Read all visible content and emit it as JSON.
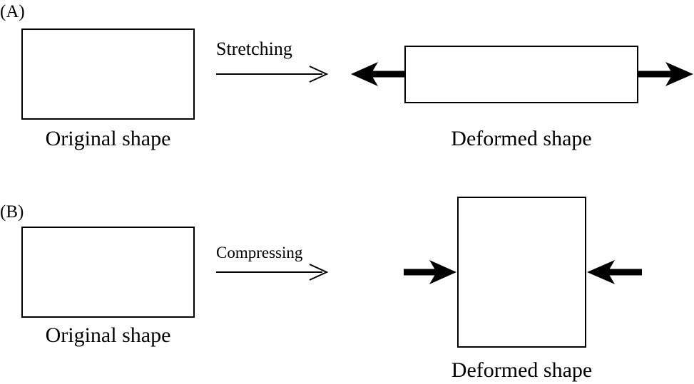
{
  "panel_a": {
    "label": "(A)",
    "process": "Stretching",
    "original_caption": "Original shape",
    "deformed_caption": "Deformed shape"
  },
  "panel_b": {
    "label": "(B)",
    "process": "Compressing",
    "original_caption": "Original shape",
    "deformed_caption": "Deformed shape"
  },
  "colors": {
    "stroke": "#000000",
    "background": "#ffffff"
  }
}
